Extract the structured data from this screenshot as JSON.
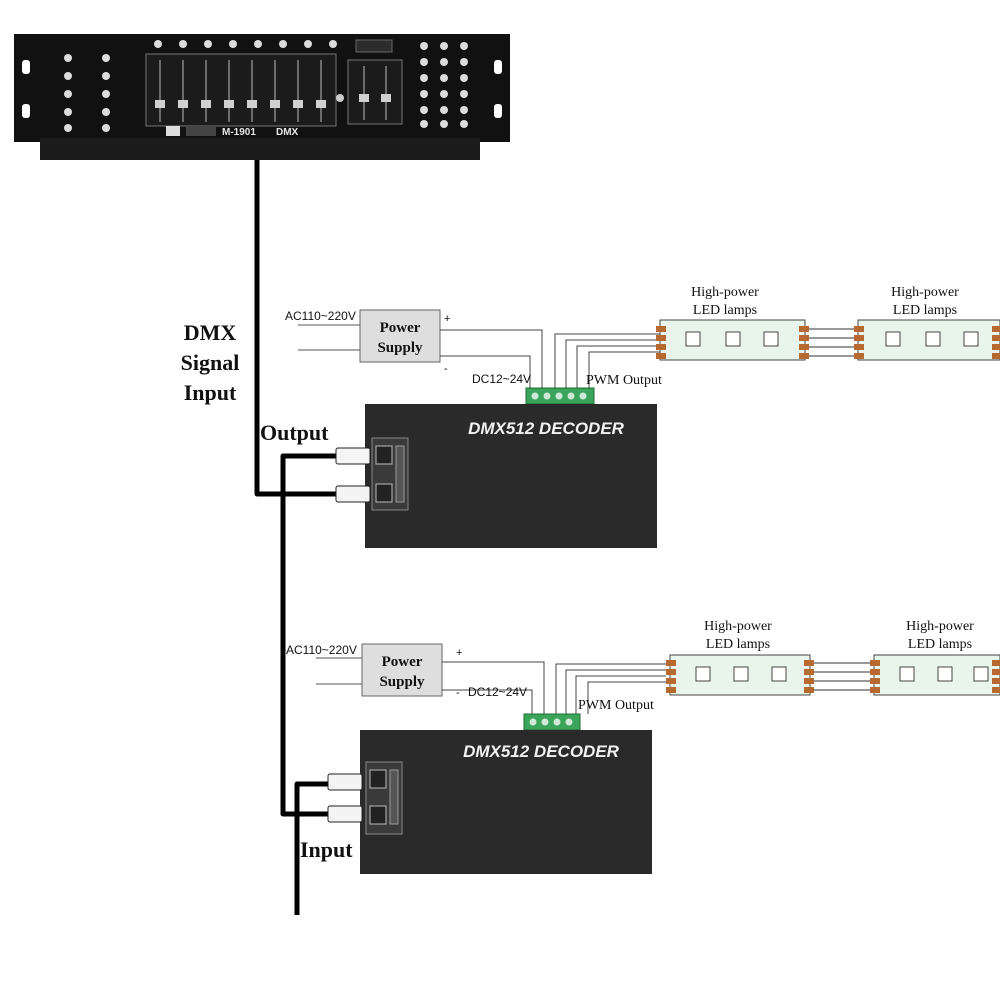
{
  "controller": {
    "brand_text": "M-1901",
    "mode_text": "DMX"
  },
  "labels": {
    "dmx_signal": [
      "DMX",
      "Signal",
      "Input"
    ],
    "output": "Output",
    "input": "Input"
  },
  "units": [
    {
      "ac_label": "AC110~220V",
      "power_supply": [
        "Power",
        "Supply"
      ],
      "plus": "+",
      "minus": "-",
      "dc_label": "DC12~24V",
      "pwm_label": "PWM Output",
      "decoder_label": "DMX512 DECODER",
      "lamp_labels": [
        [
          "High-power",
          "LED lamps"
        ],
        [
          "High-power",
          "LED lamps"
        ]
      ]
    },
    {
      "ac_label": "AC110~220V",
      "power_supply": [
        "Power",
        "Supply"
      ],
      "plus": "+",
      "minus": "-",
      "dc_label": "DC12~24V",
      "pwm_label": "PWM Output",
      "decoder_label": "DMX512 DECODER",
      "lamp_labels": [
        [
          "High-power",
          "LED lamps"
        ],
        [
          "High-power",
          "LED lamps"
        ]
      ]
    }
  ],
  "colors": {
    "device_body": "#2a2a2a",
    "controller_body": "#141414",
    "terminal_green": "#3aa55a",
    "strip_connector": "#b8692f",
    "cable": "#000000"
  }
}
